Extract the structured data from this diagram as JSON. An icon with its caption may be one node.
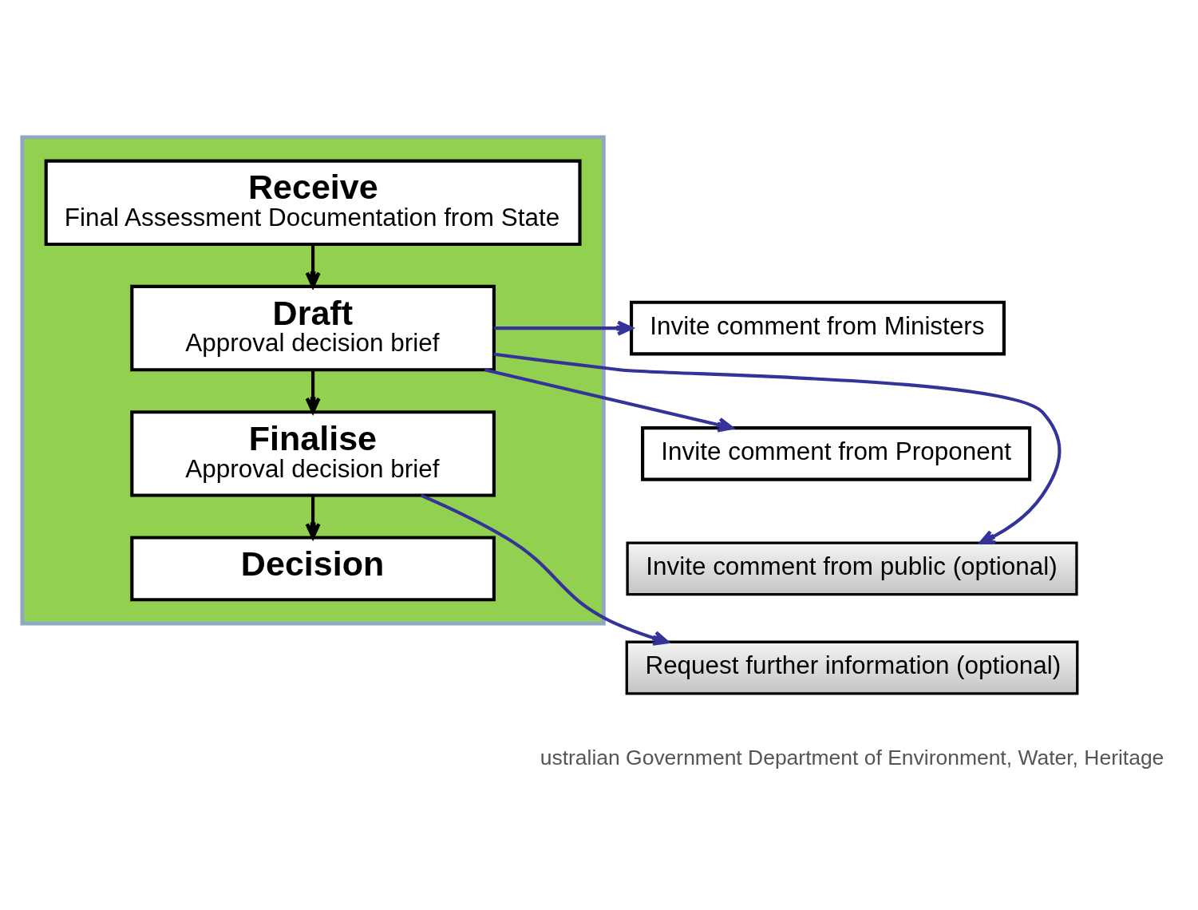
{
  "diagram": {
    "nodes": [
      {
        "text": [],
        "shape": "band"
      },
      {
        "text": [
          "Receive",
          "Final Assessment Documentation from State"
        ],
        "in": 0
      },
      {
        "text": [
          "Draft",
          "Approval decision brief"
        ],
        "in": 0
      },
      {
        "text": [
          "Finalise",
          "Approval decision brief"
        ],
        "in": 0
      },
      {
        "text": [
          "Decision"
        ],
        "in": 0
      },
      {
        "text": [
          "Invite comment from Ministers"
        ]
      },
      {
        "text": [
          "Invite comment from Proponent"
        ]
      },
      {
        "text": [
          "Invite comment from public (optional)"
        ]
      },
      {
        "text": [
          "Request further information (optional)"
        ]
      }
    ],
    "edges": [
      {
        "from": 1,
        "to": 2,
        "arrow": "to",
        "color": "#000000"
      },
      {
        "from": 2,
        "to": 5,
        "arrow": "to"
      },
      {
        "from": 2,
        "to": 6,
        "arrow": "to"
      },
      {
        "from": 2,
        "to": 7,
        "arrow": "to"
      },
      {
        "from": 2,
        "to": 3,
        "arrow": "to",
        "color": "#000000"
      },
      {
        "from": 3,
        "to": 8,
        "arrow": "to"
      },
      {
        "from": 3,
        "to": 4,
        "arrow": "to",
        "color": "#000000"
      }
    ],
    "labels": [
      "ustralian Government Department of Environment, Water, Heritage"
    ]
  }
}
